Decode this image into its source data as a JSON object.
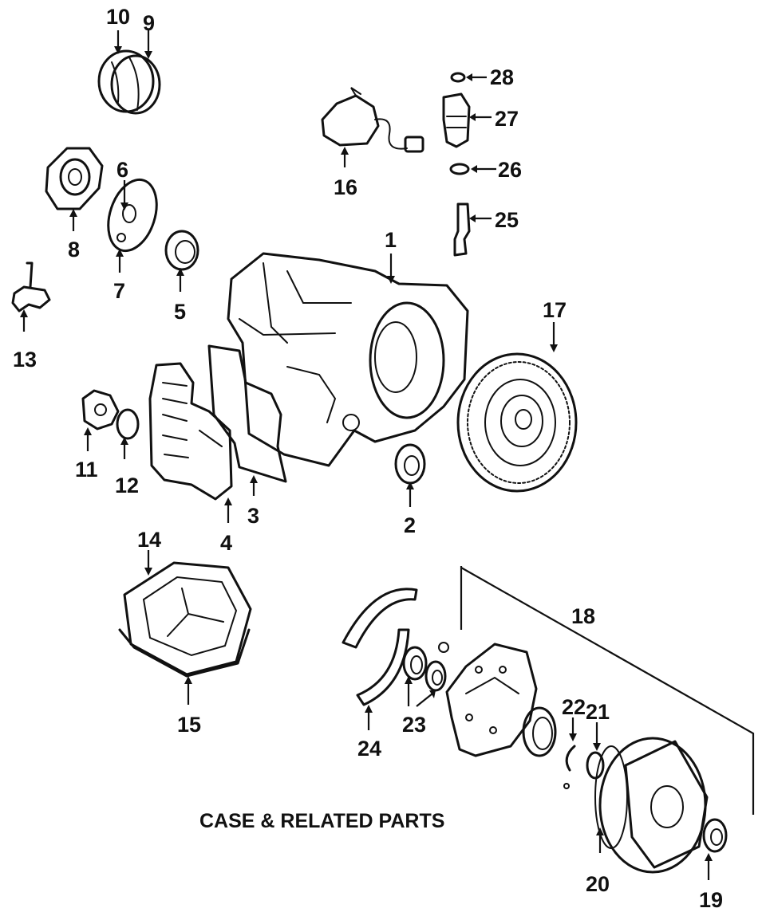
{
  "caption": "CASE & RELATED PARTS",
  "callouts": {
    "c1": "1",
    "c2": "2",
    "c3": "3",
    "c4": "4",
    "c5": "5",
    "c6": "6",
    "c7": "7",
    "c8": "8",
    "c9": "9",
    "c10": "10",
    "c11": "11",
    "c12": "12",
    "c13": "13",
    "c14": "14",
    "c15": "15",
    "c16": "16",
    "c17": "17",
    "c18": "18",
    "c19": "19",
    "c20": "20",
    "c21": "21",
    "c22": "22",
    "c23": "23",
    "c24": "24",
    "c25": "25",
    "c26": "26",
    "c27": "27",
    "c28": "28"
  }
}
